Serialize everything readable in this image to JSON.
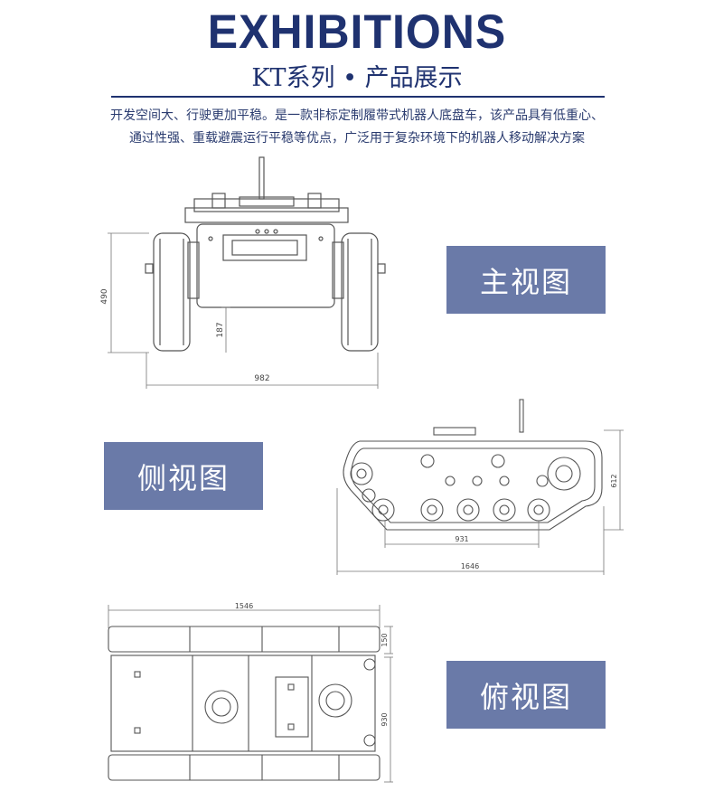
{
  "header": {
    "title": "EXHIBITIONS",
    "subtitle": "KT系列 • 产品展示"
  },
  "description": {
    "line1": "开发空间大、行驶更加平稳。是一款非标定制履带式机器人底盘车，该产品具有低重心、",
    "line2": "通过性强、重载避震运行平稳等优点，广泛用于复杂环境下的机器人移动解决方案"
  },
  "views": {
    "front_label": "主视图",
    "side_label": "侧视图",
    "top_label": "俯视图"
  },
  "dimensions": {
    "front_height": "490",
    "front_clearance": "187",
    "front_width": "982",
    "side_height": "612",
    "side_wheelbase": "931",
    "side_length": "1646",
    "top_length": "1546",
    "top_track": "150",
    "top_width": "930"
  },
  "colors": {
    "accent": "#1f3270",
    "label_bg": "#6a7aa8",
    "drawing": "#555555"
  }
}
